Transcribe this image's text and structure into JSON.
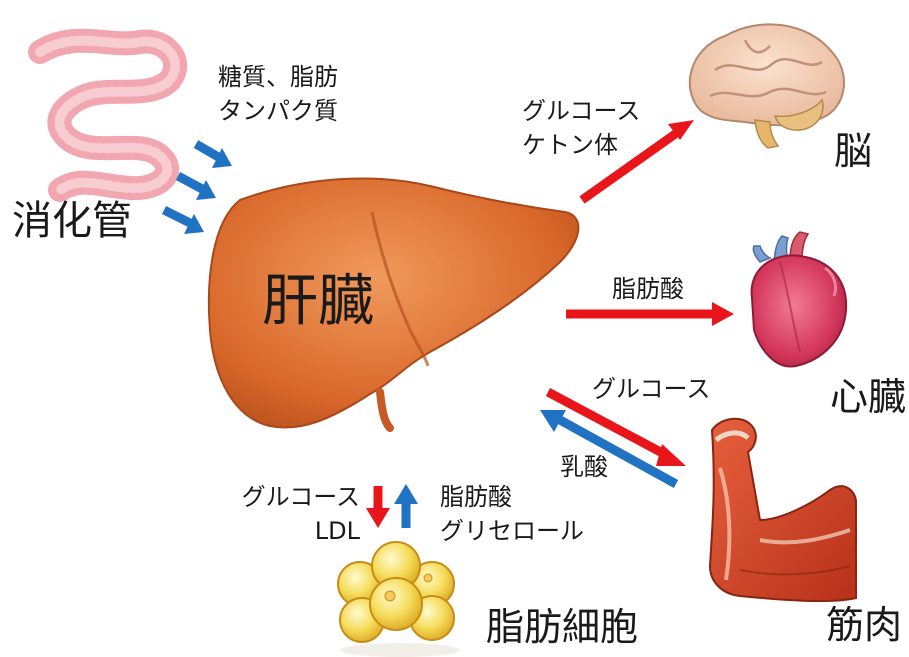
{
  "liver": {
    "label": "肝臓"
  },
  "organs": {
    "gut": "消化管",
    "brain": "脳",
    "heart": "心臓",
    "muscle": "筋肉",
    "adipose": "脂肪細胞"
  },
  "flows": {
    "gut_in_line1": "糖質、脂肪",
    "gut_in_line2": "タンパク質",
    "brain_line1": "グルコース",
    "brain_line2": "ケトン体",
    "heart": "脂肪酸",
    "muscle_out": "グルコース",
    "muscle_in": "乳酸",
    "adipose_out_line1": "グルコース",
    "adipose_out_line2": "LDL",
    "adipose_in_line1": "脂肪酸",
    "adipose_in_line2": "グリセロール"
  },
  "colors": {
    "export_arrow": "#e8161b",
    "import_arrow": "#1f73c2",
    "liver": "#e07a3c"
  },
  "icons": {
    "gut": "intestine-icon",
    "brain": "brain-icon",
    "heart": "heart-icon",
    "muscle": "arm-muscle-icon",
    "adipose": "fat-cells-icon",
    "liver": "liver-icon"
  }
}
